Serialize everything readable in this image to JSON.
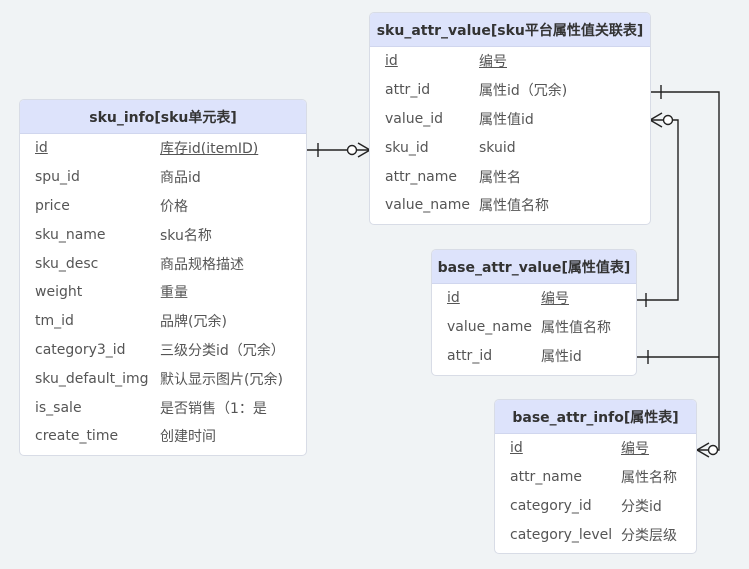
{
  "colors": {
    "background": "#f0f3f5",
    "header": "#dde3fb",
    "border": "#d8dce6",
    "connector": "#222222"
  },
  "entities": [
    {
      "key": "sku_info",
      "title": "sku_info[sku单元表]",
      "fields": [
        {
          "name": "id",
          "desc": "库存id(itemID)",
          "pk": true,
          "desc_underline": true
        },
        {
          "name": "spu_id",
          "desc": "商品id"
        },
        {
          "name": "price",
          "desc": "价格"
        },
        {
          "name": "sku_name",
          "desc": "sku名称"
        },
        {
          "name": "sku_desc",
          "desc": "商品规格描述"
        },
        {
          "name": "weight",
          "desc": "重量"
        },
        {
          "name": "tm_id",
          "desc": "品牌(冗余)"
        },
        {
          "name": "category3_id",
          "desc": "三级分类id（冗余）"
        },
        {
          "name": "sku_default_img",
          "desc": "默认显示图片(冗余)"
        },
        {
          "name": "is_sale",
          "desc": "是否销售（1：是"
        },
        {
          "name": "create_time",
          "desc": "创建时间"
        }
      ]
    },
    {
      "key": "sku_attr_value",
      "title": "sku_attr_value[sku平台属性值关联表]",
      "fields": [
        {
          "name": "id",
          "desc": "编号",
          "pk": true,
          "desc_underline": true
        },
        {
          "name": "attr_id",
          "desc": "属性id（冗余)"
        },
        {
          "name": "value_id",
          "desc": "属性值id"
        },
        {
          "name": "sku_id",
          "desc": "skuid"
        },
        {
          "name": "attr_name",
          "desc": "属性名"
        },
        {
          "name": "value_name",
          "desc": "属性值名称"
        }
      ]
    },
    {
      "key": "base_attr_value",
      "title": "base_attr_value[属性值表]",
      "fields": [
        {
          "name": "id",
          "desc": "编号",
          "pk": true,
          "desc_underline": true
        },
        {
          "name": "value_name",
          "desc": "属性值名称"
        },
        {
          "name": "attr_id",
          "desc": "属性id"
        }
      ]
    },
    {
      "key": "base_attr_info",
      "title": "base_attr_info[属性表]",
      "fields": [
        {
          "name": "id",
          "desc": "编号",
          "pk": true,
          "desc_underline": true
        },
        {
          "name": "attr_name",
          "desc": "属性名称"
        },
        {
          "name": "category_id",
          "desc": "分类id"
        },
        {
          "name": "category_level",
          "desc": "分类层级"
        }
      ]
    }
  ],
  "relationships": [
    {
      "from": "sku_info.id",
      "to": "sku_attr_value.sku_id",
      "from_card": "one",
      "to_card": "zero-or-many"
    },
    {
      "from": "base_attr_value.id",
      "to": "sku_attr_value.value_id",
      "from_card": "one",
      "to_card": "zero-or-many"
    },
    {
      "from": "sku_attr_value.attr_id",
      "to": "base_attr_info.id",
      "from_card": "one",
      "to_card": "zero-or-many"
    },
    {
      "from": "base_attr_value.attr_id",
      "to": "base_attr_info.id",
      "from_card": "one",
      "to_card": "zero-or-many"
    }
  ]
}
